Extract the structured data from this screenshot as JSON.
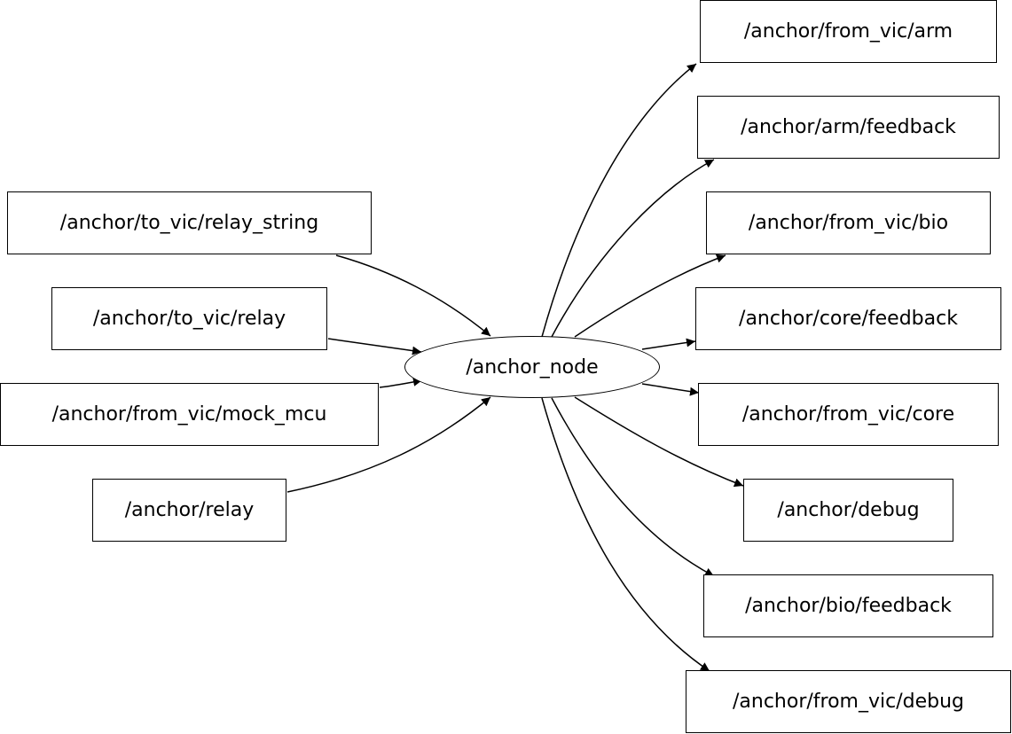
{
  "center_node": {
    "label": "/anchor_node"
  },
  "input_topics": [
    {
      "label": "/anchor/to_vic/relay_string"
    },
    {
      "label": "/anchor/to_vic/relay"
    },
    {
      "label": "/anchor/from_vic/mock_mcu"
    },
    {
      "label": "/anchor/relay"
    }
  ],
  "output_topics": [
    {
      "label": "/anchor/from_vic/arm"
    },
    {
      "label": "/anchor/arm/feedback"
    },
    {
      "label": "/anchor/from_vic/bio"
    },
    {
      "label": "/anchor/core/feedback"
    },
    {
      "label": "/anchor/from_vic/core"
    },
    {
      "label": "/anchor/debug"
    },
    {
      "label": "/anchor/bio/feedback"
    },
    {
      "label": "/anchor/from_vic/debug"
    }
  ]
}
